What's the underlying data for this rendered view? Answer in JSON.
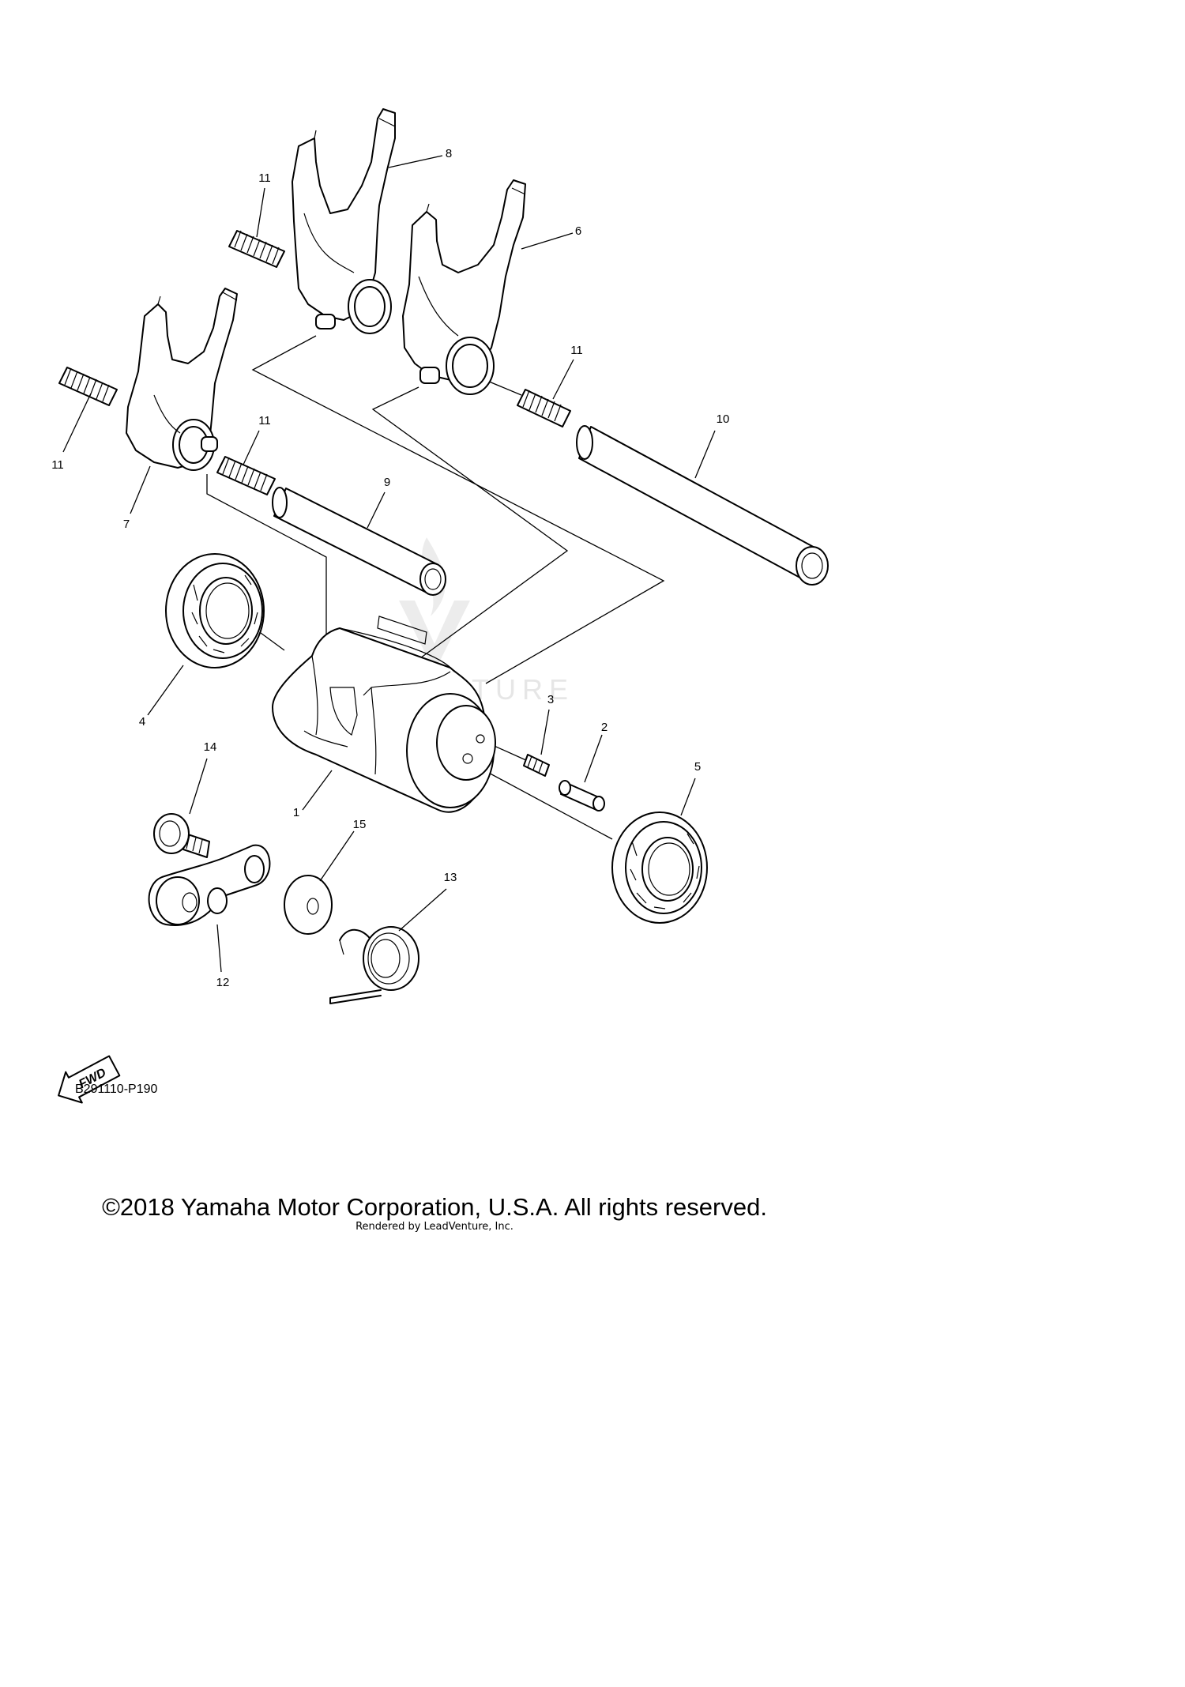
{
  "diagram": {
    "code": "B291110-P190",
    "fwd_badge": "FWD",
    "watermark": "LEADVENTURE",
    "copyright": "©2018 Yamaha Motor Corporation, U.S.A. All rights reserved.",
    "rendered_by": "Rendered by LeadVenture, Inc."
  },
  "callouts": [
    {
      "id": "1",
      "label": "1"
    },
    {
      "id": "2",
      "label": "2"
    },
    {
      "id": "3",
      "label": "3"
    },
    {
      "id": "4",
      "label": "4"
    },
    {
      "id": "5",
      "label": "5"
    },
    {
      "id": "6",
      "label": "6"
    },
    {
      "id": "7",
      "label": "7"
    },
    {
      "id": "8",
      "label": "8"
    },
    {
      "id": "9",
      "label": "9"
    },
    {
      "id": "10",
      "label": "10"
    },
    {
      "id": "11a",
      "label": "11"
    },
    {
      "id": "11b",
      "label": "11"
    },
    {
      "id": "11c",
      "label": "11"
    },
    {
      "id": "11d",
      "label": "11"
    },
    {
      "id": "12",
      "label": "12"
    },
    {
      "id": "13",
      "label": "13"
    },
    {
      "id": "14",
      "label": "14"
    },
    {
      "id": "15",
      "label": "15"
    }
  ]
}
